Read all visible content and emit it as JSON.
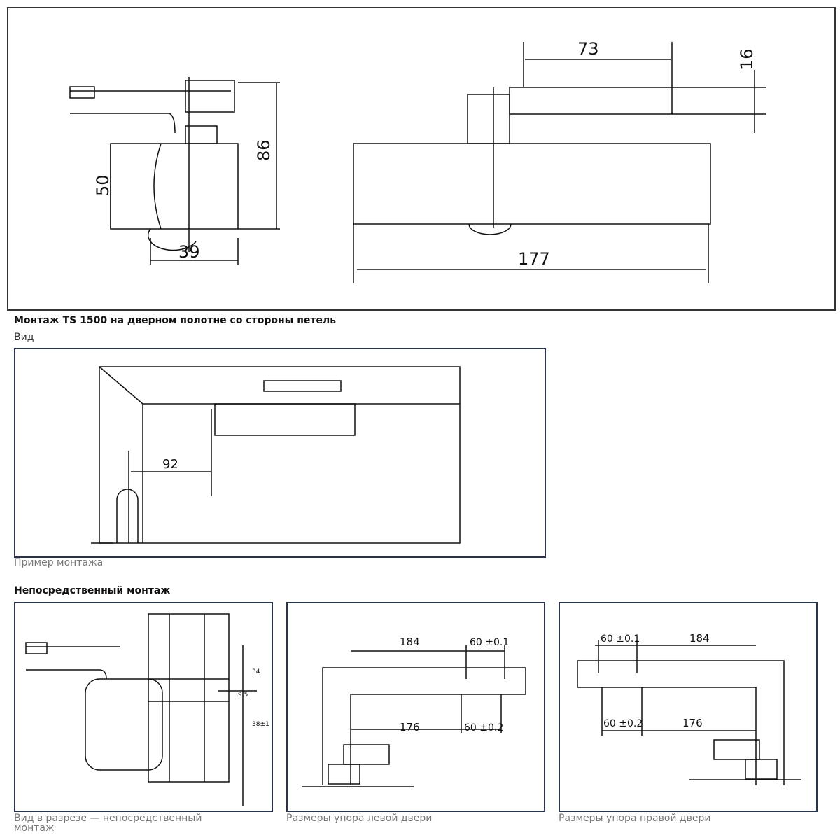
{
  "top_drawing": {
    "dims": {
      "d73": "73",
      "d16": "16",
      "d86": "86",
      "d50": "50",
      "d39": "39",
      "d177": "177"
    }
  },
  "section_title": "Монтаж TS 1500 на дверном полотне со стороны петель",
  "view_label": "Вид",
  "view_panel": {
    "dim": "92",
    "caption": "Пример монтажа"
  },
  "direct_title": "Непосредственный монтаж",
  "panels": [
    {
      "caption": "Вид в разрезе — непосредственный монтаж",
      "dims": [
        "34",
        "9.5",
        "38±1"
      ]
    },
    {
      "caption": "Размеры упора левой двери",
      "dims": [
        "184",
        "60 ±0.1",
        "176",
        "60 ±0.2"
      ]
    },
    {
      "caption": "Размеры упора правой двери",
      "dims": [
        "60 ±0.1",
        "184",
        "60 ±0.2",
        "176"
      ]
    }
  ]
}
